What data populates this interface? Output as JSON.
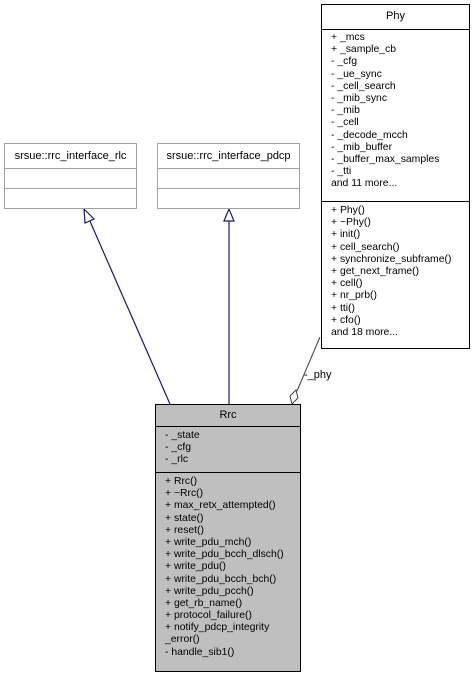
{
  "phy": {
    "title": "Phy",
    "attributes": [
      "+ _mcs",
      "+ _sample_cb",
      "- _cfg",
      "- _ue_sync",
      "- _cell_search",
      "- _mib_sync",
      "- _mib",
      "- _cell",
      "- _decode_mcch",
      "- _mib_buffer",
      "- _buffer_max_samples",
      "- _tti",
      "and 11 more..."
    ],
    "methods": [
      "+ Phy()",
      "+ ~Phy()",
      "+ init()",
      "+ cell_search()",
      "+ synchronize_subframe()",
      "+ get_next_frame()",
      "+ cell()",
      "+ nr_prb()",
      "+ tti()",
      "+ cfo()",
      "and 18 more..."
    ]
  },
  "rrc_interface_rlc": {
    "title": "srsue::rrc_interface_rlc"
  },
  "rrc_interface_pdcp": {
    "title": "srsue::rrc_interface_pdcp"
  },
  "rrc": {
    "title": "Rrc",
    "attributes": [
      "- _state",
      "- _cfg",
      "- _rlc"
    ],
    "methods": [
      "+ Rrc()",
      "+ ~Rrc()",
      "+ max_retx_attempted()",
      "+ state()",
      "+ reset()",
      "+ write_pdu_mch()",
      "+ write_pdu_bcch_dlsch()",
      "+ write_pdu()",
      "+ write_pdu_bcch_bch()",
      "+ write_pdu_pcch()",
      "+ get_rb_name()",
      "+ protocol_failure()",
      "+ notify_pdcp_integrity",
      "_error()",
      "- handle_sib1()"
    ]
  },
  "edge_labels": {
    "phy_link": "-_phy"
  },
  "colors": {
    "edge": "#191970",
    "focus_fill": "#bfbfbf",
    "grey_border": "#a0a0a0"
  }
}
